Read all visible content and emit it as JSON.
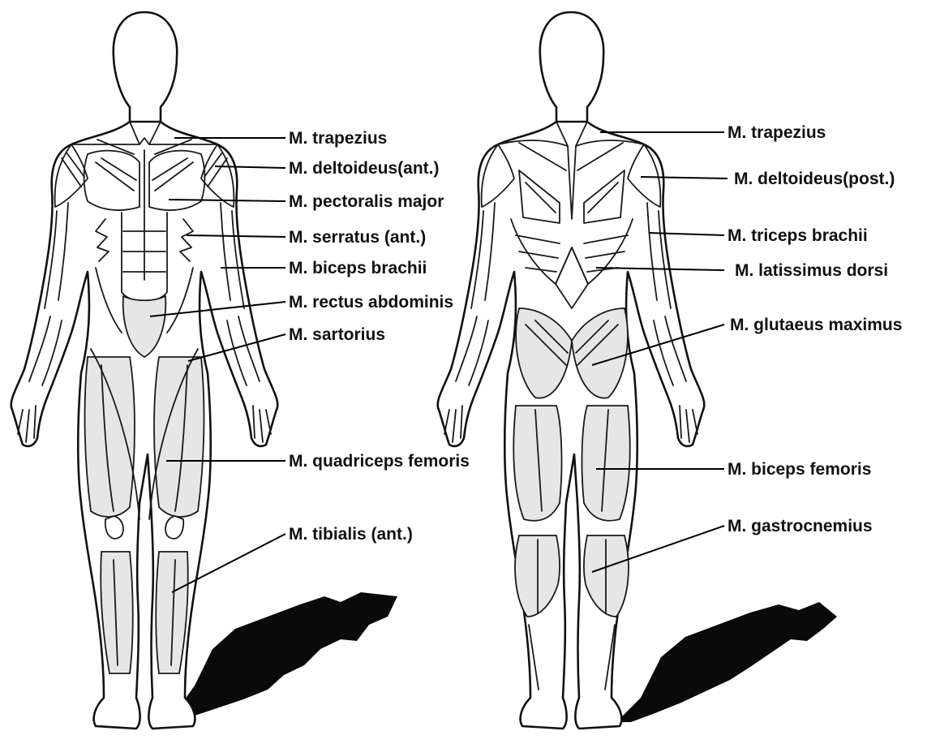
{
  "front_view": {
    "labels": [
      {
        "id": "trapezius",
        "text": "M. trapezius"
      },
      {
        "id": "deltoideus-ant",
        "text": "M. deltoideus(ant.)"
      },
      {
        "id": "pectoralis-major",
        "text": "M. pectoralis major"
      },
      {
        "id": "serratus-ant",
        "text": "M. serratus (ant.)"
      },
      {
        "id": "biceps-brachii",
        "text": "M. biceps brachii"
      },
      {
        "id": "rectus-abdominis",
        "text": "M. rectus abdominis"
      },
      {
        "id": "sartorius",
        "text": "M. sartorius"
      },
      {
        "id": "quadriceps-femoris",
        "text": "M. quadriceps femoris"
      },
      {
        "id": "tibialis-ant",
        "text": "M. tibialis (ant.)"
      }
    ]
  },
  "back_view": {
    "labels": [
      {
        "id": "trapezius",
        "text": "M. trapezius"
      },
      {
        "id": "deltoideus-post",
        "text": "M. deltoideus(post.)"
      },
      {
        "id": "triceps-brachii",
        "text": "M. triceps brachii"
      },
      {
        "id": "latissimus-dorsi",
        "text": "M. latissimus dorsi"
      },
      {
        "id": "glutaeus-maximus",
        "text": "M. glutaeus maximus"
      },
      {
        "id": "biceps-femoris",
        "text": "M. biceps femoris"
      },
      {
        "id": "gastrocnemius",
        "text": "M. gastrocnemius"
      }
    ]
  },
  "colors": {
    "line": "#111111",
    "shade": "#e6e6e6",
    "shadow": "#0a0a0a",
    "background": "#ffffff"
  }
}
